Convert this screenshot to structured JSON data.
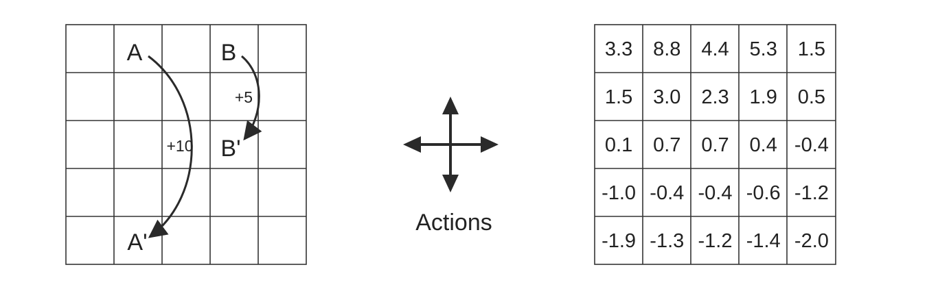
{
  "gridworld": {
    "labels": {
      "A": "A",
      "B": "B",
      "A_prime": "A'",
      "B_prime": "B'",
      "reward_A": "+10",
      "reward_B": "+5"
    }
  },
  "actions": {
    "label": "Actions",
    "icon": "four-way-arrow-icon"
  },
  "value_grid": [
    [
      "3.3",
      "8.8",
      "4.4",
      "5.3",
      "1.5"
    ],
    [
      "1.5",
      "3.0",
      "2.3",
      "1.9",
      "0.5"
    ],
    [
      "0.1",
      "0.7",
      "0.7",
      "0.4",
      "-0.4"
    ],
    [
      "-1.0",
      "-0.4",
      "-0.4",
      "-0.6",
      "-1.2"
    ],
    [
      "-1.9",
      "-1.3",
      "-1.2",
      "-1.4",
      "-2.0"
    ]
  ],
  "colors": {
    "line": "#333333",
    "text": "#222222"
  }
}
